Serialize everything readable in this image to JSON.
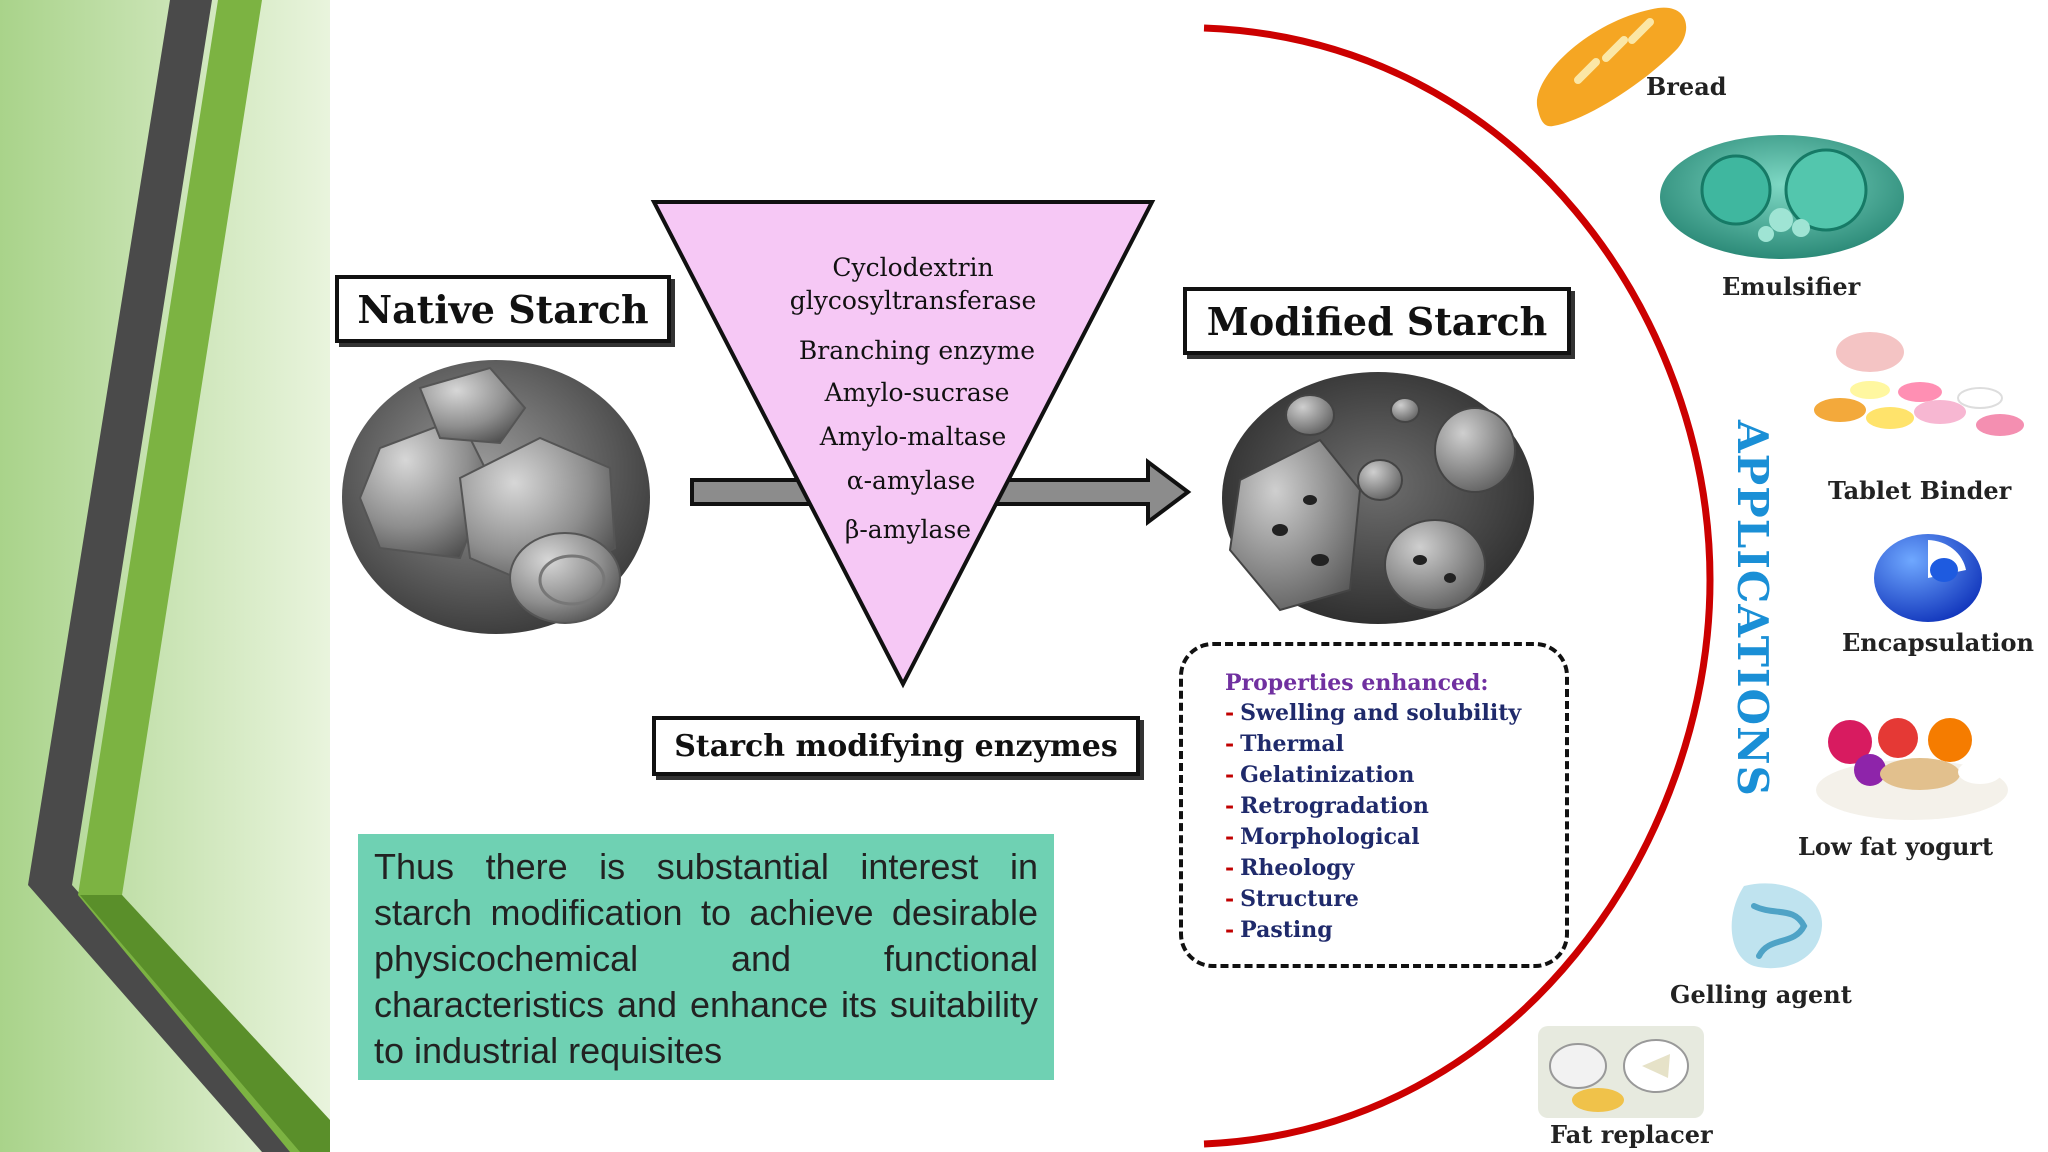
{
  "native": {
    "title": "Native Starch"
  },
  "modified": {
    "title": "Modified Starch"
  },
  "enzymes": {
    "caption": "Starch modifying enzymes",
    "items": [
      "Cyclodextrin",
      "glycosyltransferase",
      "Branching enzyme",
      "Amylo-sucrase",
      "Amylo-maltase",
      "α-amylase",
      "β-amylase"
    ]
  },
  "properties": {
    "title": "Properties enhanced:",
    "items": [
      "Swelling and solubility",
      "Thermal",
      "Gelatinization",
      "Retrogradation",
      "Morphological",
      "Rheology",
      "Structure",
      "Pasting"
    ]
  },
  "applications": {
    "title": "APPLICATIONS",
    "items": [
      {
        "label": "Bread",
        "icon": "bread-icon"
      },
      {
        "label": "Emulsifier",
        "icon": "emulsifier-icon"
      },
      {
        "label": "Tablet Binder",
        "icon": "tablets-icon"
      },
      {
        "label": "Encapsulation",
        "icon": "encapsulation-icon"
      },
      {
        "label": "Low fat yogurt",
        "icon": "yogurt-icon"
      },
      {
        "label": "Gelling agent",
        "icon": "gel-icon"
      },
      {
        "label": "Fat replacer",
        "icon": "fat-replacer-icon"
      }
    ]
  },
  "callout": {
    "text": "Thus there is substantial interest in starch modification to achieve desirable physicochemical and functional characteristics and enhance its suitability to industrial requisites"
  },
  "colors": {
    "accent_green": "#7cb342",
    "stripe_dark": "#4a4a4a",
    "triangle_fill": "#f6c8f5",
    "arc_red": "#cc0000",
    "callout_bg": "#6fd1b3",
    "props_title": "#7030a0",
    "props_text": "#1f2a6b",
    "applications_blue": "#1a8fd6"
  }
}
